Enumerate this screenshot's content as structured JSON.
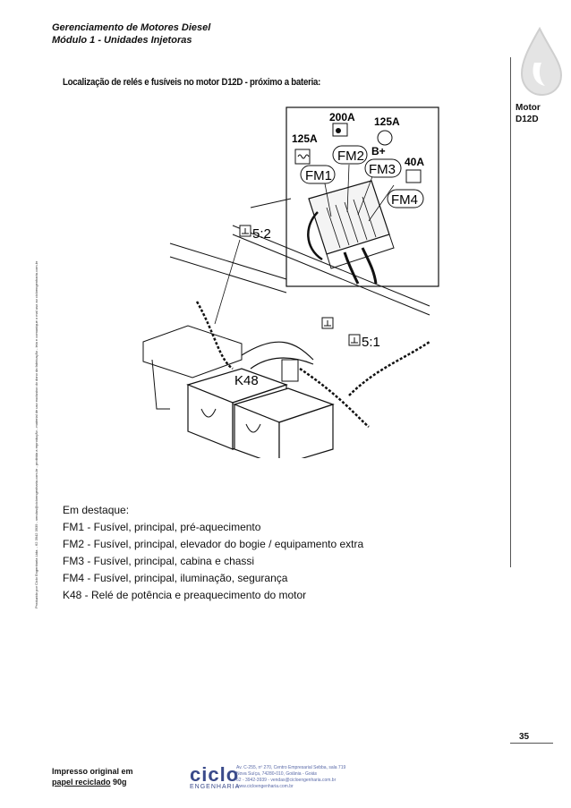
{
  "header": {
    "line1": "Gerenciamento de Motores Diesel",
    "line2": "Módulo 1 - Unidades Injetoras"
  },
  "side": {
    "label_line1": "Motor",
    "label_line2": "D12D"
  },
  "vertical_note": "Produzido por Ciclo Engenharia Ltda. - 62 3942 3939 - vendas@cicloengenharia.com.br - proibida a reprodução - material de uso exclusivo do dono da fabricação - leia e comunique o mal uso ao cicloengenharia.com.br",
  "section_title": "Localização de relés e fusíveis no motor D12D - próximo a bateria:",
  "diagram": {
    "labels": {
      "a200": "200A",
      "a125_top": "125A",
      "a125_left": "125A",
      "bplus": "B+",
      "a40": "40A",
      "fm1": "FM1",
      "fm2": "FM2",
      "fm3": "FM3",
      "fm4": "FM4",
      "ground_52": "5:2",
      "ground_51": "5:1",
      "k48": "K48"
    }
  },
  "list": {
    "intro": "Em destaque:",
    "items": [
      "FM1 - Fusível, principal, pré-aquecimento",
      "FM2 - Fusível, principal, elevador do bogie / equipamento extra",
      "FM3 - Fusível, principal, cabina e chassi",
      "FM4 - Fusível, principal, iluminação, segurança",
      "K48 - Relé de potência e preaquecimento do motor"
    ]
  },
  "page_number": "35",
  "footer": {
    "line1": "Impresso original em",
    "line2_ul": "papel reciclado",
    "line2_rest": " 90g",
    "logo_main": "ciclo",
    "logo_sub": "ENGENHARIA",
    "addr1": "Av. C-255, nº 270, Centro Empresarial Sebba, sala 719",
    "addr2": "Nova Suíça, 74280-010, Goiânia - Goiás",
    "addr3": "62 - 3942-3939 - vendas@cicloengenharia.com.br",
    "addr4": "www.cicloengenharia.com.br"
  }
}
